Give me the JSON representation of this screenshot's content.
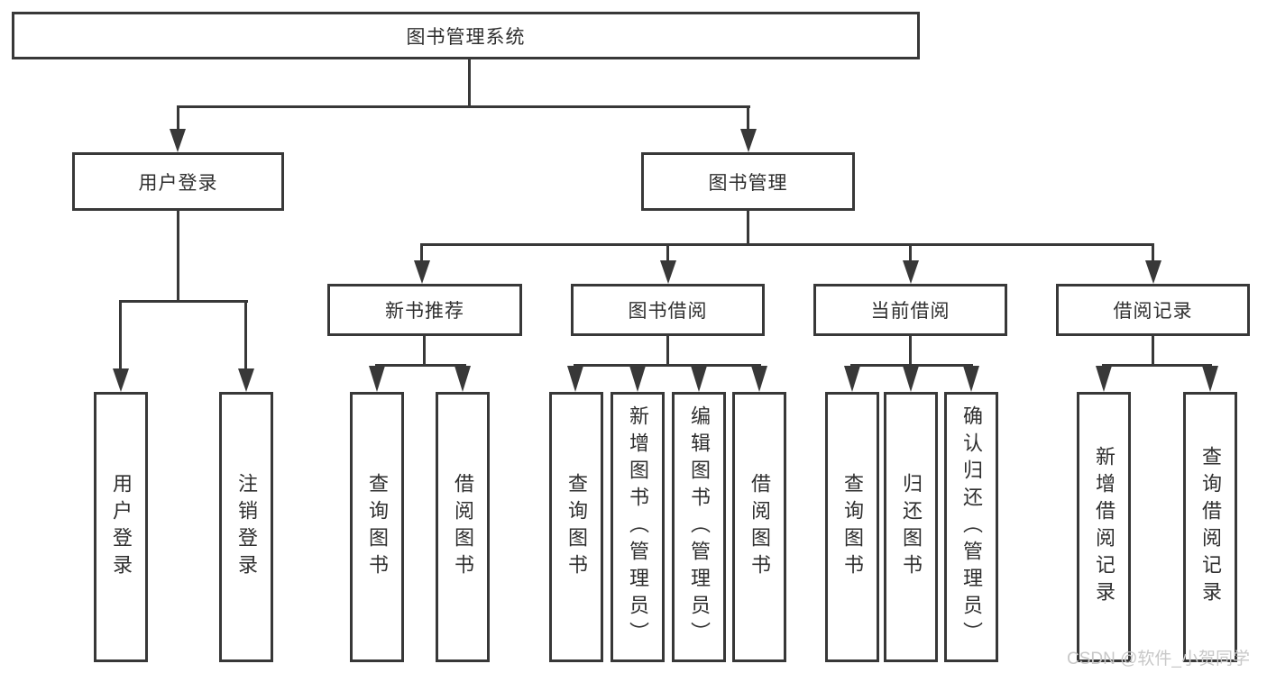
{
  "watermark": "CSDN @软件_小贺同学",
  "colors": {
    "line": "#383838",
    "box_border": "#383838",
    "box_background": "#ffffff",
    "text": "#2f2f2f",
    "watermark": "#c8c8c8"
  },
  "tree": {
    "label": "图书管理系统",
    "children": [
      {
        "label": "用户登录",
        "children": [
          {
            "label": "用户登录"
          },
          {
            "label": "注销登录"
          }
        ]
      },
      {
        "label": "图书管理",
        "children": [
          {
            "label": "新书推荐",
            "children": [
              {
                "label": "查询图书"
              },
              {
                "label": "借阅图书"
              }
            ]
          },
          {
            "label": "图书借阅",
            "children": [
              {
                "label": "查询图书"
              },
              {
                "label": "新增图书（管理员）"
              },
              {
                "label": "编辑图书（管理员）"
              },
              {
                "label": "借阅图书"
              }
            ]
          },
          {
            "label": "当前借阅",
            "children": [
              {
                "label": "查询图书"
              },
              {
                "label": "归还图书"
              },
              {
                "label": "确认归还（管理员）"
              }
            ]
          },
          {
            "label": "借阅记录",
            "children": [
              {
                "label": "新增借阅记录"
              },
              {
                "label": "查询借阅记录"
              }
            ]
          }
        ]
      }
    ]
  }
}
